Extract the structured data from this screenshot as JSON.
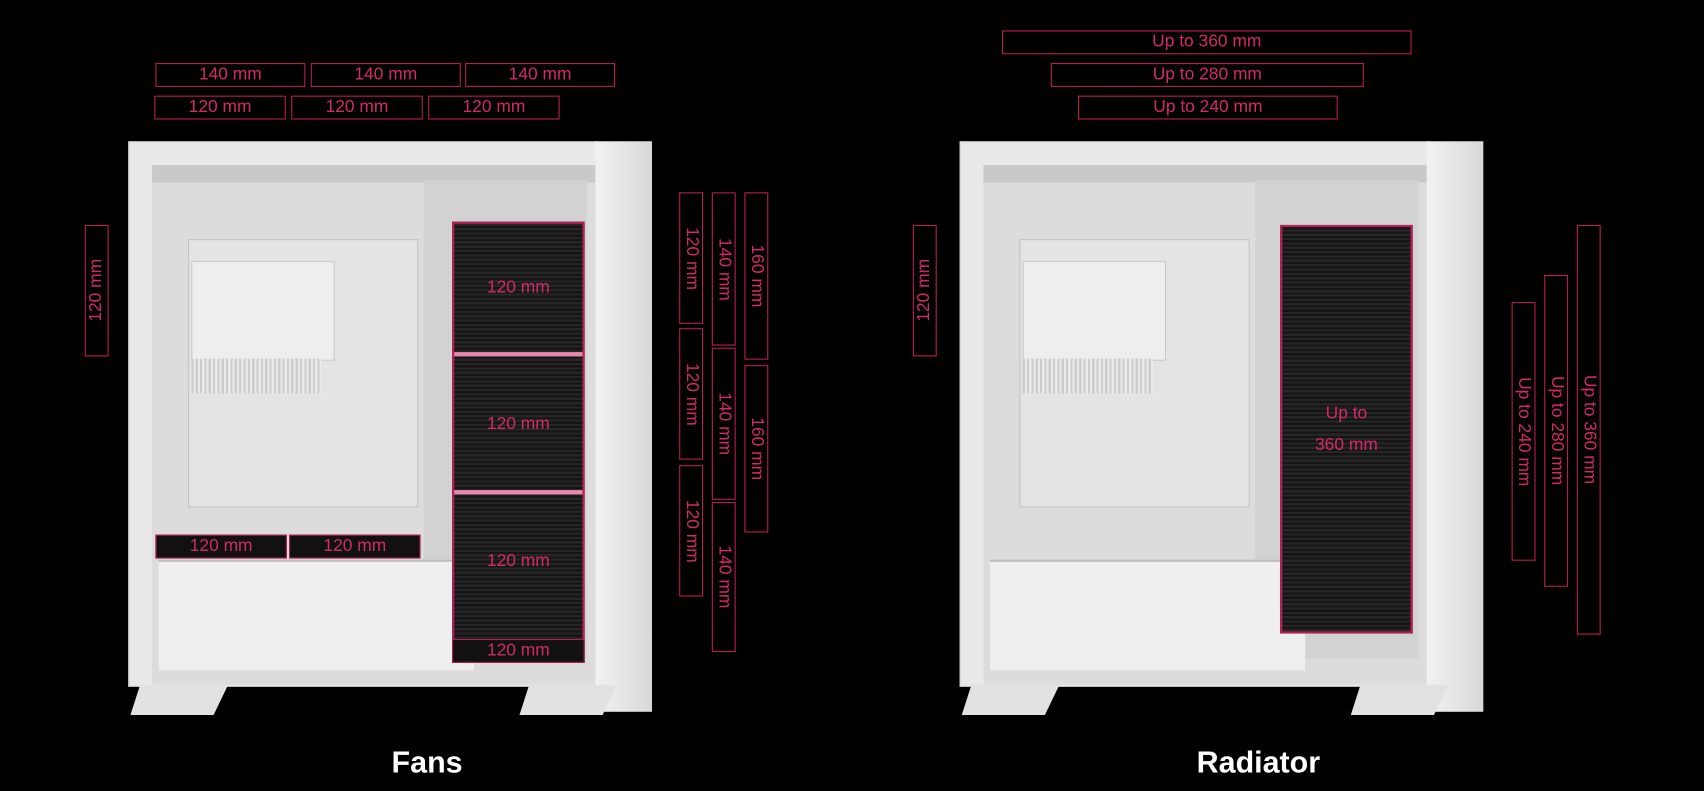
{
  "fans": {
    "title": "Fans",
    "top_140": [
      "140 mm",
      "140 mm",
      "140 mm"
    ],
    "top_120": [
      "120 mm",
      "120 mm",
      "120 mm"
    ],
    "rear": "120 mm",
    "front": [
      "120 mm",
      "120 mm",
      "120 mm"
    ],
    "front_bottom": "120 mm",
    "bottom": [
      "120 mm",
      "120 mm"
    ],
    "side_120": [
      "120 mm",
      "120 mm",
      "120 mm"
    ],
    "side_140": [
      "140 mm",
      "140 mm",
      "140 mm"
    ],
    "side_160": [
      "160 mm",
      "160 mm"
    ]
  },
  "radiator": {
    "title": "Radiator",
    "top": [
      "Up to 360 mm",
      "Up to 280 mm",
      "Up to 240 mm"
    ],
    "rear": "120 mm",
    "front_line1": "Up to",
    "front_line2": "360 mm",
    "side": [
      "Up to 240 mm",
      "Up to 280 mm",
      "Up to 360 mm"
    ]
  },
  "colors": {
    "accent": "#b81e57",
    "text": "#d12a68",
    "background": "#000000"
  }
}
